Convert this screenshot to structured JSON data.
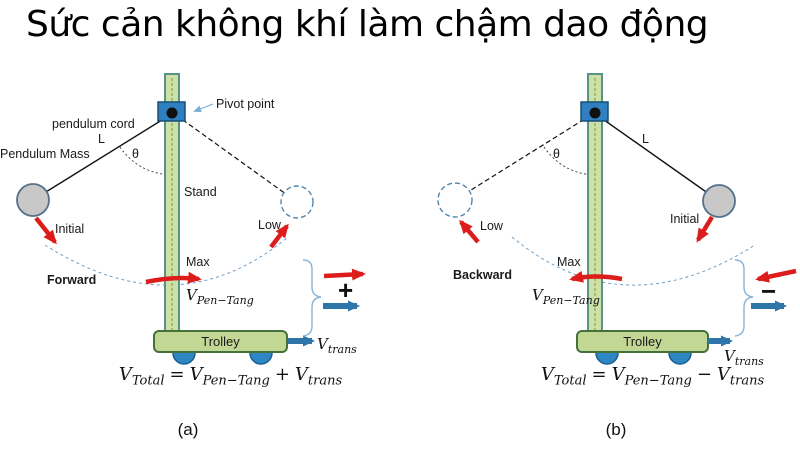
{
  "title": "Sức cản không khí làm chậm dao động",
  "colors": {
    "stand_fill": "#cfe0a6",
    "stand_border": "#55948a",
    "stand_centerline": "#6a9a50",
    "trolley_fill": "#c3d795",
    "trolley_border": "#44703c",
    "pivot_fill": "#2f7fc1",
    "pivot_border": "#164f74",
    "wheel_fill": "#2f86c4",
    "wheel_border": "#1d5f8f",
    "mass_fill": "#c8c8c8",
    "mass_border": "#54718c",
    "dashed_circle": "#4f86b0",
    "cord": "#111111",
    "red_arrow": "#dd1c1c",
    "blue_arrow": "#2e75a8",
    "brace": "#8ab4d8",
    "swing_arc": "#6f9fc8",
    "pointer": "#7bafd4"
  },
  "panel_a": {
    "caption": "(a)",
    "labels": {
      "pivot_point": "Pivot point",
      "pendulum_cord": "pendulum cord",
      "length": "L",
      "theta": "θ",
      "stand": "Stand",
      "pendulum_mass": "Pendulum Mass",
      "initial": "Initial",
      "low": "Low",
      "direction": "Forward",
      "max": "Max",
      "sign": "+",
      "trolley": "Trolley"
    },
    "v_pen": {
      "base": "V",
      "sub": "Pen−Tang"
    },
    "v_trans": {
      "base": "V",
      "sub": "trans"
    },
    "formula": {
      "lhs": "V",
      "lhs_sub": "Total",
      "eq": "=",
      "t1": "V",
      "t1_sub": "Pen−Tang",
      "op": "+",
      "t2": "V",
      "t2_sub": "trans"
    }
  },
  "panel_b": {
    "caption": "(b)",
    "labels": {
      "length": "L",
      "theta": "θ",
      "initial": "Initial",
      "low": "Low",
      "direction": "Backward",
      "max": "Max",
      "sign": "−",
      "trolley": "Trolley"
    },
    "v_pen": {
      "base": "V",
      "sub": "Pen−Tang"
    },
    "v_trans": {
      "base": "V",
      "sub": "trans"
    },
    "formula": {
      "lhs": "V",
      "lhs_sub": "Total",
      "eq": "=",
      "t1": "V",
      "t1_sub": "Pen−Tang",
      "op": "−",
      "t2": "V",
      "t2_sub": "trans"
    }
  }
}
